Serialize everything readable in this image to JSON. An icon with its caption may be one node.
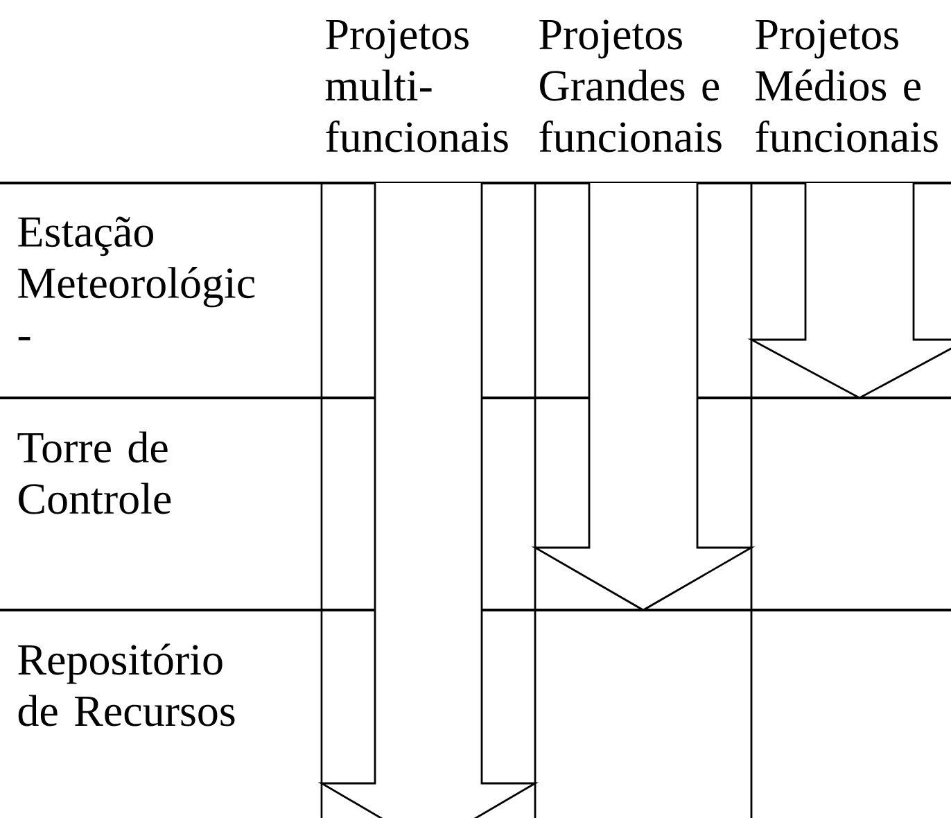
{
  "diagram": {
    "labels": [
      "Projetos multi- funcionais",
      "Projetos Grandes e funcionais",
      "Projetos Médios e funcionais",
      "Estação Meteorológic -",
      "Torre de Controle",
      "Repositório de Recursos"
    ]
  }
}
